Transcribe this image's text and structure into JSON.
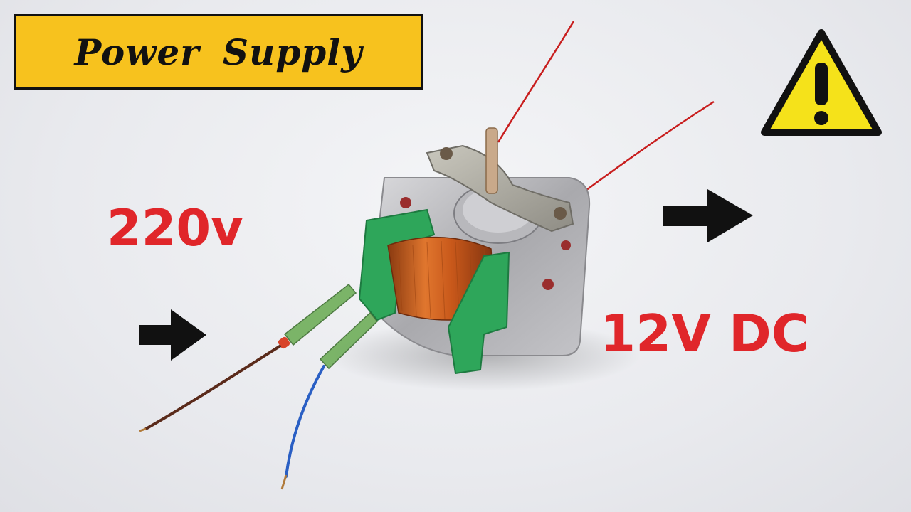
{
  "header": {
    "title": "Power Supply"
  },
  "labels": {
    "input_voltage": "220v",
    "output_voltage": "12V DC"
  },
  "icons": {
    "warning": "warning-triangle-icon",
    "input_arrow": "arrow-right-icon",
    "output_arrow": "arrow-right-icon"
  },
  "colors": {
    "title_background": "#f7c21e",
    "label_red": "#e0262a",
    "warning_yellow": "#f5e21a",
    "coil_copper": "#c8581a",
    "bobbin_green": "#2ea65a"
  }
}
